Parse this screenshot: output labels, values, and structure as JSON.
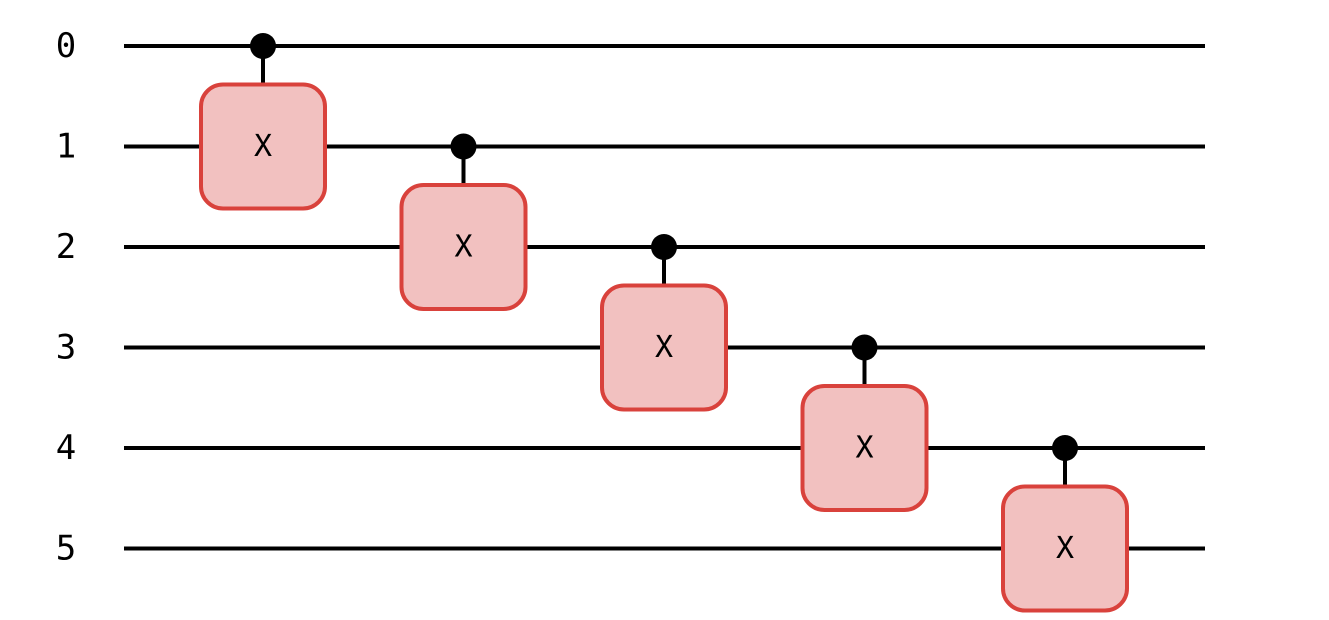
{
  "circuit": {
    "qubits": [
      "0",
      "1",
      "2",
      "3",
      "4",
      "5"
    ],
    "gates": [
      {
        "type": "controlled",
        "label": "X",
        "control": 0,
        "target": 1
      },
      {
        "type": "controlled",
        "label": "X",
        "control": 1,
        "target": 2
      },
      {
        "type": "controlled",
        "label": "X",
        "control": 2,
        "target": 3
      },
      {
        "type": "controlled",
        "label": "X",
        "control": 3,
        "target": 4
      },
      {
        "type": "controlled",
        "label": "X",
        "control": 4,
        "target": 5
      }
    ],
    "colors": {
      "wire": "#000000",
      "gate_fill": "#f2c1c0",
      "gate_stroke": "#d9423c",
      "control_dot": "#000000",
      "text": "#000000"
    }
  }
}
